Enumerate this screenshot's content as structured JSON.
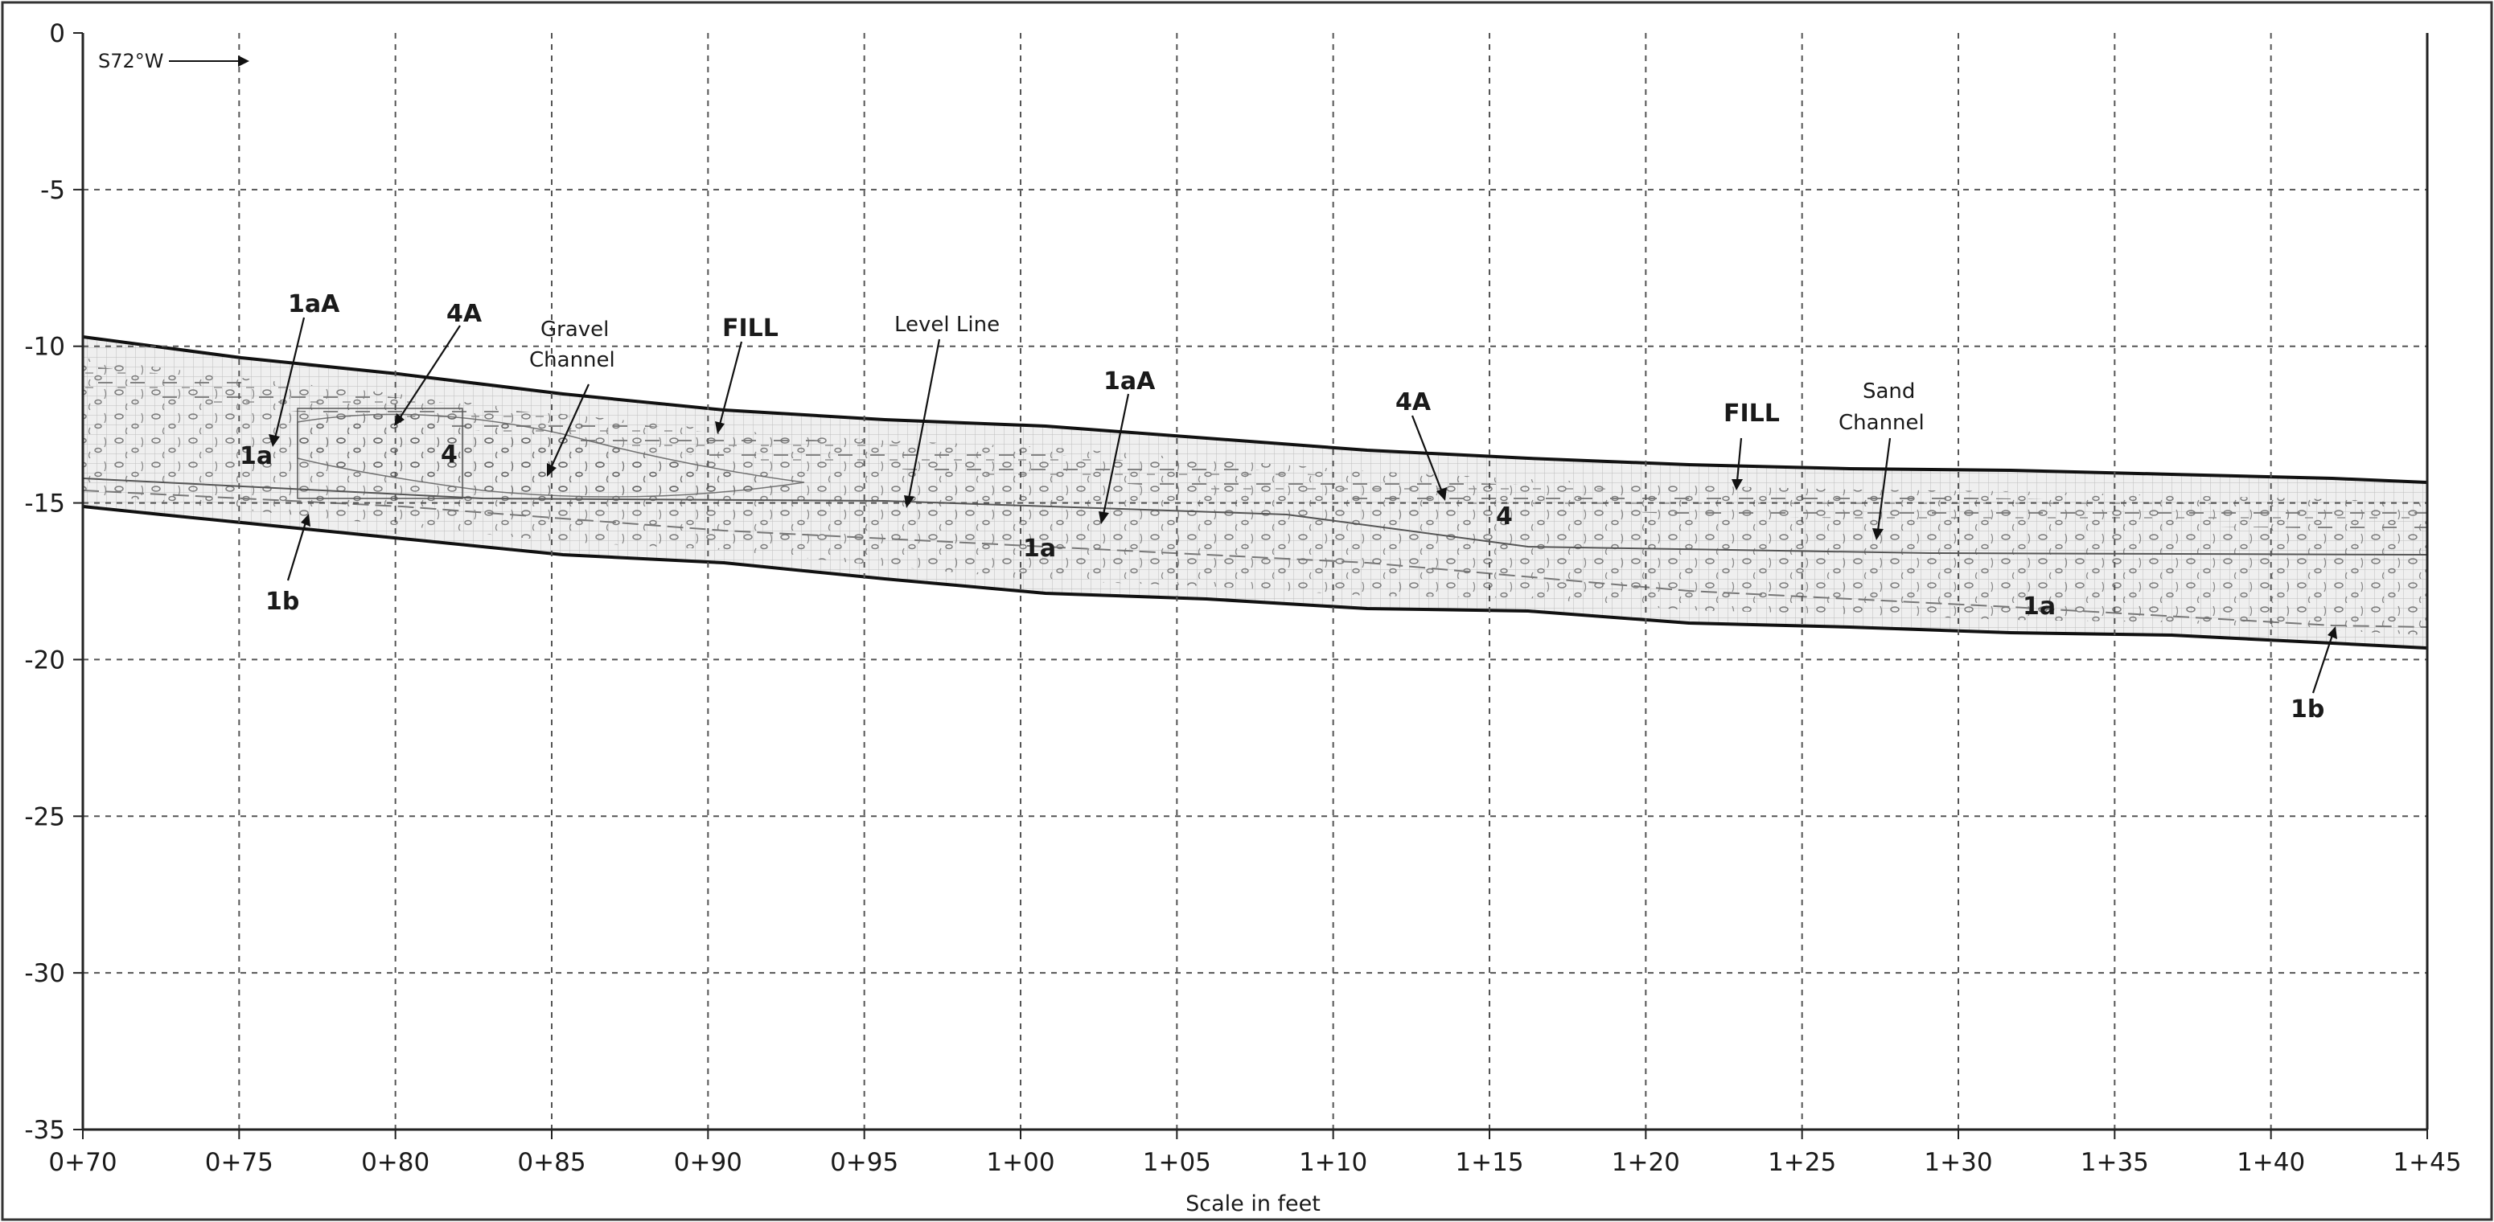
{
  "orientation": "S72°W",
  "x_axis": {
    "title": "Scale in feet",
    "ticks": [
      "0+70",
      "0+75",
      "0+80",
      "0+85",
      "0+90",
      "0+95",
      "1+00",
      "1+05",
      "1+10",
      "1+15",
      "1+20",
      "1+25",
      "1+30",
      "1+35",
      "1+40",
      "1+45"
    ]
  },
  "y_axis": {
    "ticks": [
      "0",
      "-5",
      "-10",
      "-15",
      "-20",
      "-25",
      "-30",
      "-35"
    ],
    "range": [
      -35,
      0
    ]
  },
  "labels": {
    "l_1aA_left": "1aA",
    "l_4A_left": "4A",
    "l_gravel_channel_line1": "Gravel",
    "l_gravel_channel_line2": "Channel",
    "l_fill_left": "FILL",
    "l_level_line": "Level Line",
    "l_1aA_mid": "1aA",
    "l_4A_mid": "4A",
    "l_fill_right": "FILL",
    "l_sand_channel_line1": "Sand",
    "l_sand_channel_line2": "Channel",
    "l_1a_left": "1a",
    "l_4_left": "4",
    "l_1b_left": "1b",
    "l_1a_mid": "1a",
    "l_4_mid": "4",
    "l_1a_right": "1a",
    "l_1b_right": "1b"
  },
  "colors": {
    "grid": "#555555",
    "fill_hatch": "#cfcfcf",
    "profile_line": "#111111",
    "layer_fill": "#eeeeee"
  }
}
